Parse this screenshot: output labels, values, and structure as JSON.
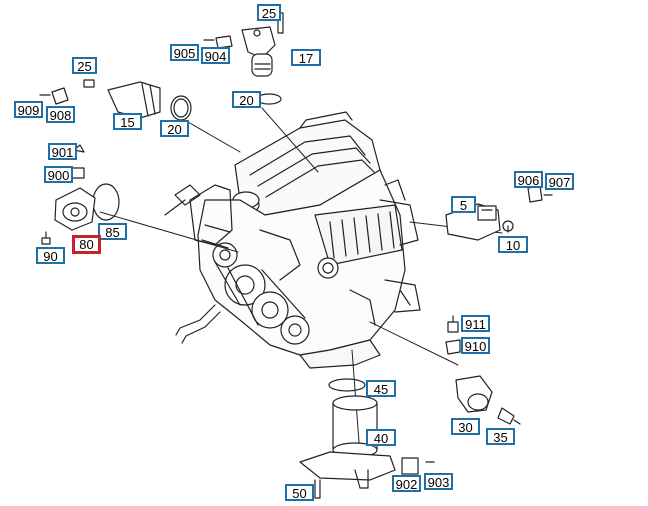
{
  "diagram": {
    "selected_label": "80",
    "colors": {
      "label_border": "#1f6fa8",
      "selected_border": "#cc1f2a",
      "line_art": "#222222"
    },
    "labels": {
      "l25_top": "25",
      "l905": "905",
      "l904": "904",
      "l17": "17",
      "l25_left": "25",
      "l909": "909",
      "l908": "908",
      "l15": "15",
      "l20_left": "20",
      "l20_top": "20",
      "l901": "901",
      "l900": "900",
      "l85": "85",
      "l80": "80",
      "l90": "90",
      "l906": "906",
      "l907": "907",
      "l5": "5",
      "l10": "10",
      "l911": "911",
      "l910": "910",
      "l45": "45",
      "l40": "40",
      "l30": "30",
      "l35": "35",
      "l902": "902",
      "l903": "903",
      "l50": "50"
    }
  }
}
